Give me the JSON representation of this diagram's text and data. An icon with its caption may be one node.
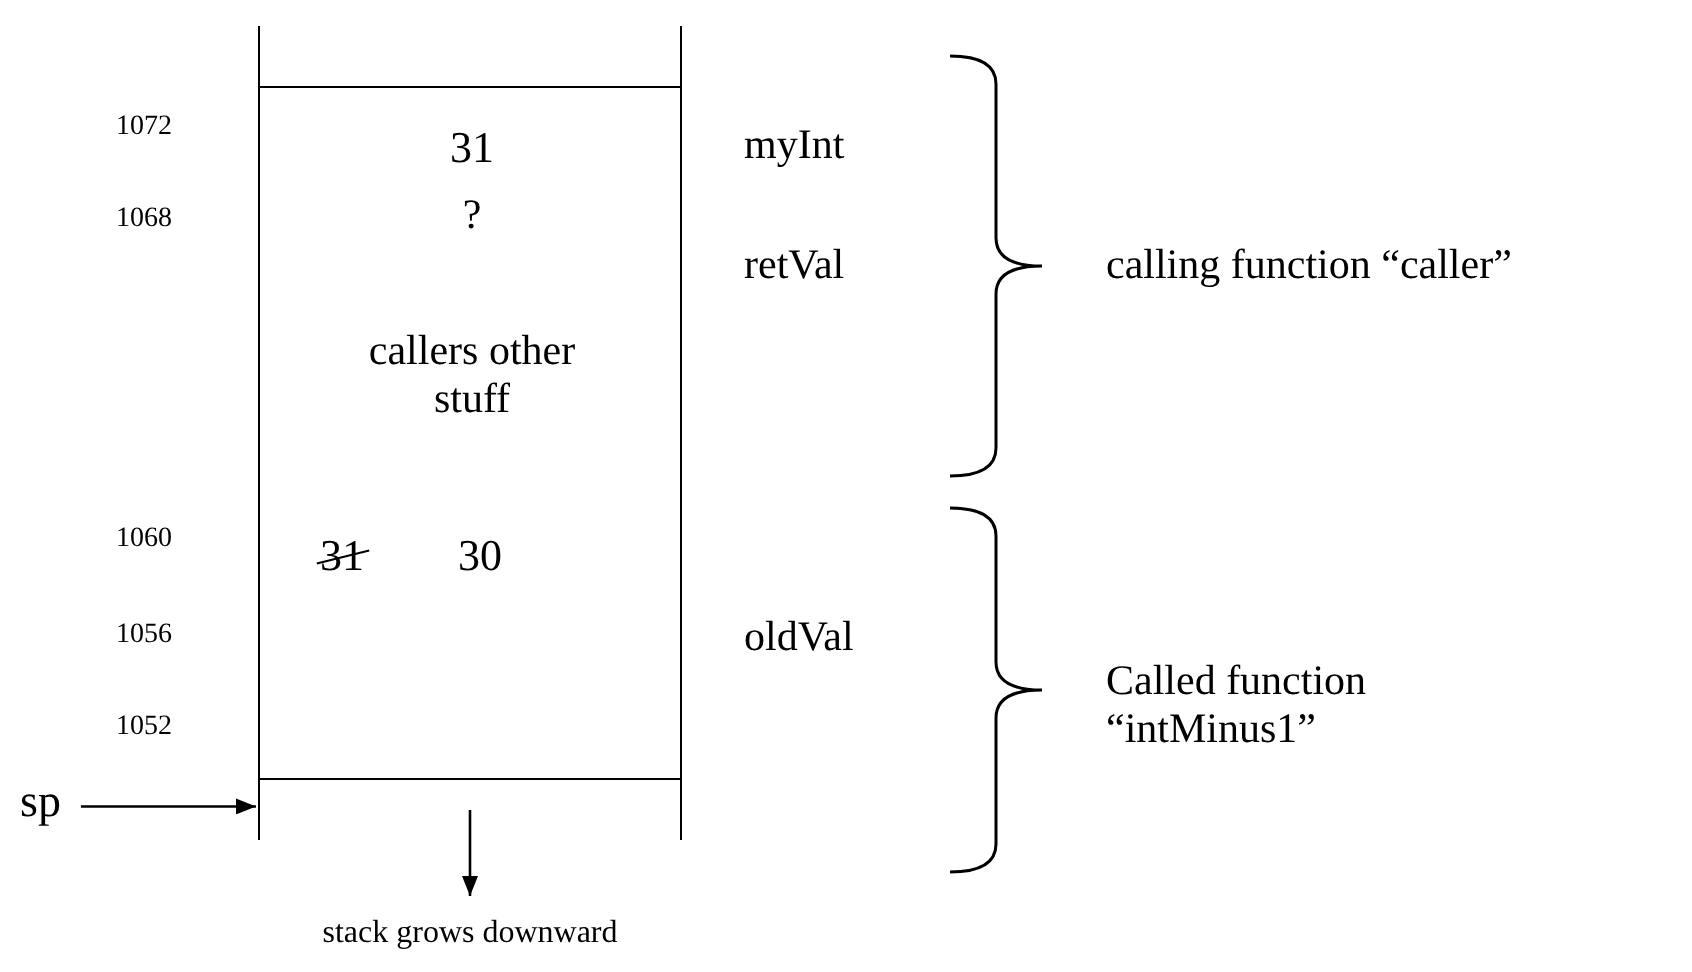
{
  "diagram": {
    "nodes": [
      {
        "text": [
          "31",
          "?",
          "callers other stuff",
          "31",
          "30"
        ]
      },
      {
        "text": [
          "sp"
        ]
      }
    ],
    "edges": [
      {
        "from": 1,
        "to": 0,
        "arrow": "to"
      }
    ],
    "labels": [
      "1072",
      "1068",
      "myInt",
      "retVal",
      "calling function “caller”",
      "1060",
      "1056",
      "oldVal",
      "Called function “intMinus1”",
      "1052",
      "stack grows downward"
    ]
  }
}
